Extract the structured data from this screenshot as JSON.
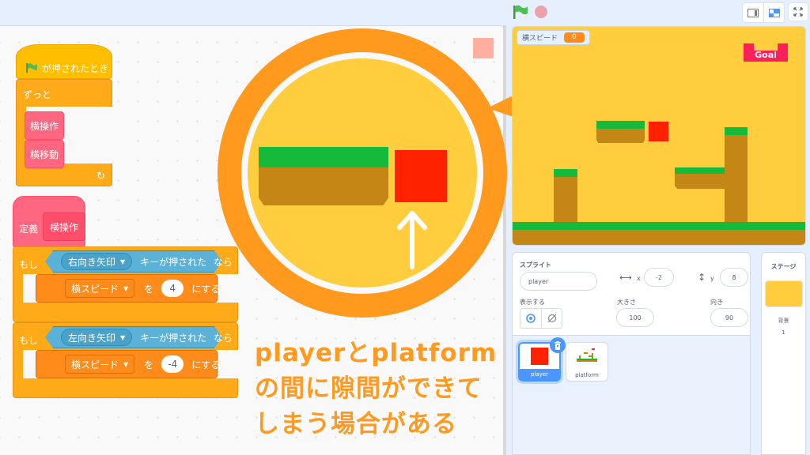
{
  "colors": {
    "accent_orange": "#ff9a1f",
    "stage_bg": "#ffcd3e",
    "grass": "#15ba3a",
    "dirt": "#c48716",
    "player": "#ff2100",
    "goal": "#ff1f5a",
    "selection_blue": "#4c97ff"
  },
  "code": {
    "hat": {
      "label": "が押されたとき",
      "icon": "green-flag-icon"
    },
    "forever": {
      "label": "ずっと",
      "icon": "loop-arrow-icon",
      "glyph": "↻"
    },
    "forever_body": [
      "横操作",
      "横移動"
    ],
    "define": {
      "keyword": "定義",
      "name": "横操作"
    },
    "if_blocks": [
      {
        "if_label": "もし",
        "key": "右向き矢印",
        "condition": "キーが押された",
        "then_label": "なら",
        "set_var": {
          "variable": "横スピード",
          "to": "を",
          "value": "4",
          "suffix": "にする"
        }
      },
      {
        "if_label": "もし",
        "key": "左向き矢印",
        "condition": "キーが押された",
        "then_label": "なら",
        "set_var": {
          "variable": "横スピード",
          "to": "を",
          "value": "-4",
          "suffix": "にする"
        }
      }
    ],
    "caret": "▼"
  },
  "annotation": {
    "caption_lines": [
      "playerとplatform",
      "の間に隙間ができて",
      "しまう場合がある"
    ]
  },
  "stage_header": {
    "green_flag": "green-flag-icon",
    "stop": "stop-icon",
    "layout_buttons": [
      "small-stage-icon",
      "normal-stage-icon",
      "fullscreen-icon"
    ]
  },
  "stage": {
    "variable_monitor": {
      "label": "横スピード",
      "value": "0"
    },
    "goal_label": "Goal"
  },
  "sprite_info": {
    "sprite_label": "スプライト",
    "sprite_name": "player",
    "x_label": "x",
    "x_value": "-2",
    "y_label": "y",
    "y_value": "8",
    "show_label": "表示する",
    "size_label": "大きさ",
    "size_value": "100",
    "direction_label": "向き",
    "direction_value": "90"
  },
  "sprites": [
    {
      "name": "player",
      "selected": true
    },
    {
      "name": "platform",
      "selected": false
    }
  ],
  "stage_panel": {
    "title": "ステージ",
    "backdrop_label": "背景",
    "backdrop_count": "1"
  }
}
